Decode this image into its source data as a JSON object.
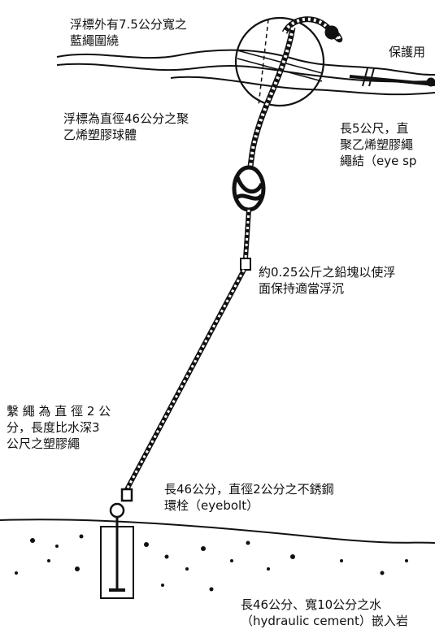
{
  "labels": {
    "buoy_wrap": "浮標外有7.5公分寬之\n藍繩圍繞",
    "protect": "保護用",
    "buoy_body": "浮標為直徑46公分之聚\n乙烯塑膠球體",
    "rope_5m": "長5公尺，直\n聚乙烯塑膠繩\n繩結（eye sp",
    "lead": "約0.25公斤之鉛塊以使浮\n面保持適當浮沉",
    "mooring_rope": "繫 繩 為 直 徑 2 公\n分，長度比水深3\n公尺之塑膠繩",
    "eyebolt": "長46公分，直徑2公分之不銹鋼\n環栓（eyebolt）",
    "cement": "長46公分、寬10公分之水\n（hydraulic cement）嵌入岩"
  },
  "colors": {
    "ink": "#111111",
    "paper": "#ffffff"
  }
}
